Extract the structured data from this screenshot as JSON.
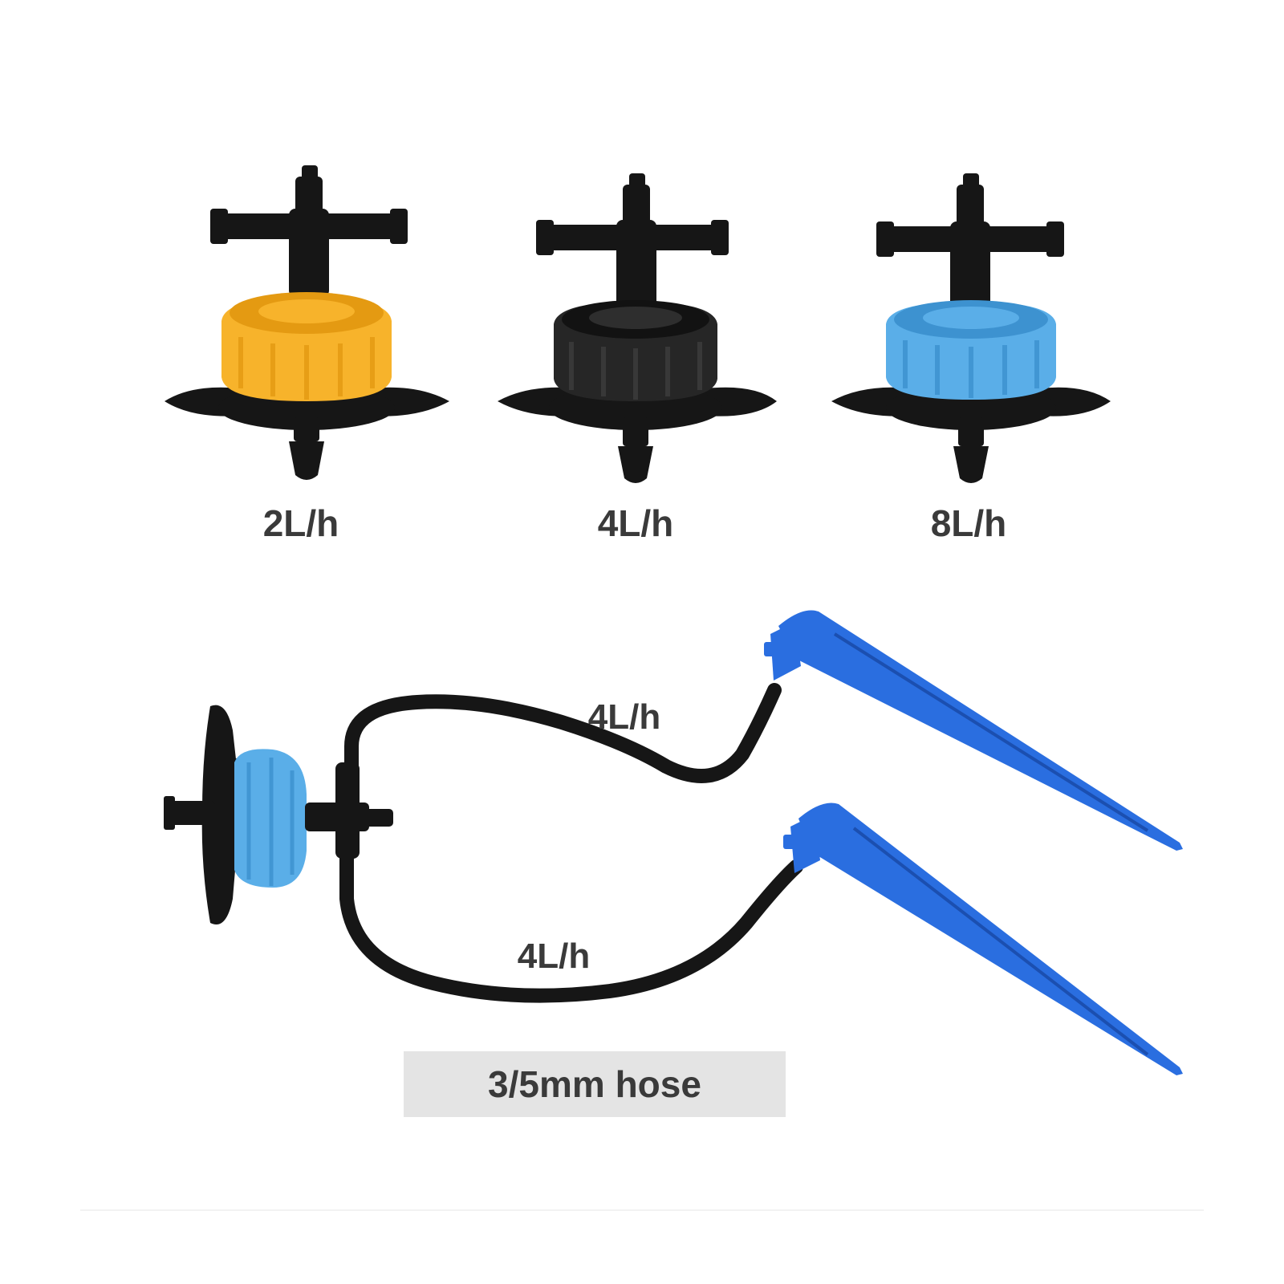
{
  "drippers": [
    {
      "flow_label": "2L/h",
      "cap_color": "#f7b32b",
      "cap_shade": "#e49a12"
    },
    {
      "flow_label": "4L/h",
      "cap_color": "#262626",
      "cap_shade": "#121212"
    },
    {
      "flow_label": "8L/h",
      "cap_color": "#5aaee8",
      "cap_shade": "#3d92d0"
    }
  ],
  "assembly": {
    "upper_branch_label": "4L/h",
    "lower_branch_label": "4L/h",
    "hose_caption": "3/5mm hose",
    "dripper_cap_color": "#5aaee8",
    "stake_color": "#2a6ee0"
  },
  "colors": {
    "plastic_black": "#161616",
    "label_text": "#3a3a3a",
    "caption_bg": "#e4e4e4"
  }
}
